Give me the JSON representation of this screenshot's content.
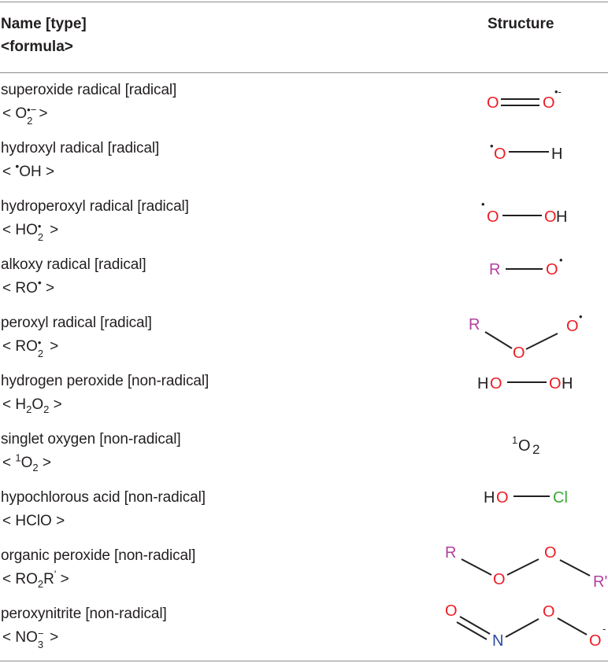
{
  "header": {
    "name_col": "Name [type]",
    "name_col_line2": "<formula>",
    "structure_col": "Structure"
  },
  "atoms": {
    "O": "O",
    "H": "H",
    "R": "R",
    "R_prime": "R'",
    "N": "N",
    "Cl": "Cl",
    "OH": "OH",
    "HO": "HO"
  },
  "rows": [
    {
      "name": "superoxide radical [radical]",
      "formula_open": "< O",
      "formula_sub": "2",
      "formula_sup": "•−",
      "formula_close": " >"
    },
    {
      "name": "hydroxyl radical [radical]",
      "formula_open": "< ",
      "formula_sup": "•",
      "formula_main": "OH",
      "formula_close": " >"
    },
    {
      "name": "hydroperoxyl radical [radical]",
      "formula_open": "< HO",
      "formula_sub": "2",
      "formula_sup": "•",
      "formula_close": " >"
    },
    {
      "name": "alkoxy radical [radical]",
      "formula_open": "< RO",
      "formula_sup": "•",
      "formula_close": " >"
    },
    {
      "name": "peroxyl radical [radical]",
      "formula_open": "< RO",
      "formula_sub": "2",
      "formula_sup": "•",
      "formula_close": " >"
    },
    {
      "name": "hydrogen peroxide [non-radical]",
      "formula_open": "< H",
      "formula_sub": "2",
      "formula_main": "O",
      "formula_sub2": "2",
      "formula_close": " >"
    },
    {
      "name": "singlet oxygen [non-radical]",
      "formula_open": "< ",
      "formula_sup": "1",
      "formula_main": "O",
      "formula_sub": "2",
      "formula_close": " >"
    },
    {
      "name": "hypochlorous acid [non-radical]",
      "formula_open": "< HClO >"
    },
    {
      "name": "organic peroxide [non-radical]",
      "formula_open": "< RO",
      "formula_sub": "2",
      "formula_main": "R",
      "formula_sup": "'",
      "formula_close": " >"
    },
    {
      "name": "peroxynitrite [non-radical]",
      "formula_open": "< NO",
      "formula_sub": "3",
      "formula_sup": "−",
      "formula_close": " >"
    }
  ],
  "structures": {
    "singlet_sup": "1",
    "singlet_main": "O",
    "singlet_sub": "2",
    "radical_dot": "•",
    "minus_dot": "•-",
    "minus": "-"
  },
  "colors": {
    "oxygen": "#ee1c25",
    "hydrogen": "#231f20",
    "r_group": "#b2409e",
    "chlorine": "#3aa935",
    "nitrogen": "#2e4a9e"
  }
}
